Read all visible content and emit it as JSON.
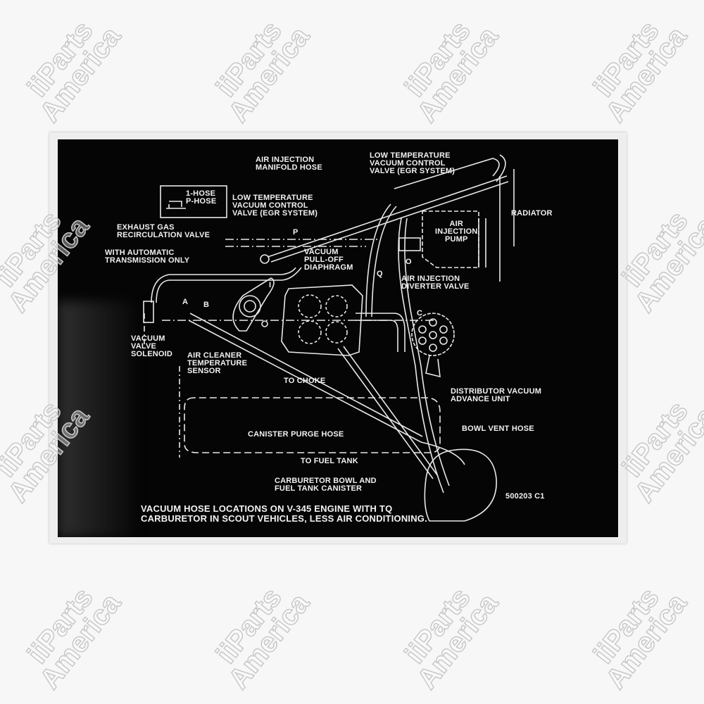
{
  "watermark": {
    "line1": "iiParts",
    "line2": "America"
  },
  "decal": {
    "labels": {
      "air_injection_manifold_hose": [
        "AIR INJECTION",
        "MANIFOLD HOSE"
      ],
      "low_temp_valve_right": [
        "LOW TEMPERATURE",
        "VACUUM CONTROL",
        "VALVE (EGR SYSTEM)"
      ],
      "hose_key": [
        "1-HOSE",
        "P-HOSE"
      ],
      "low_temp_valve_left": [
        "LOW TEMPERATURE",
        "VACUUM CONTROL",
        "VALVE (EGR SYSTEM)"
      ],
      "egr_valve": [
        "EXHAUST GAS",
        "RECIRCULATION VALVE"
      ],
      "automatic_only": [
        "WITH AUTOMATIC",
        "TRANSMISSION ONLY"
      ],
      "pull_off_diaphragm": [
        "VACUUM",
        "PULL-OFF",
        "DIAPHRAGM"
      ],
      "air_injection_pump": [
        "AIR",
        "INJECTION",
        "PUMP"
      ],
      "diverter_valve": [
        "AIR INJECTION",
        "DIVERTER VALVE"
      ],
      "radiator": "RADIATOR",
      "vacuum_valve_solenoid": [
        "VACUUM",
        "VALVE",
        "SOLENOID"
      ],
      "air_cleaner_sensor": [
        "AIR CLEANER",
        "TEMPERATURE",
        "SENSOR"
      ],
      "to_choke": "TO CHOKE",
      "distributor_advance": [
        "DISTRIBUTOR VACUUM",
        "ADVANCE UNIT"
      ],
      "canister_purge_hose": "CANISTER PURGE HOSE",
      "bowl_vent_hose": "BOWL VENT HOSE",
      "to_fuel_tank": "TO FUEL TANK",
      "canister": [
        "CARBURETOR BOWL AND",
        "FUEL TANK CANISTER"
      ],
      "part_number": "500203 C1"
    },
    "hose_letters": {
      "p": "P",
      "i": "I",
      "a": "A",
      "b": "B",
      "q": "Q",
      "o": "O",
      "c": "C"
    },
    "caption": [
      "VACUUM HOSE LOCATIONS ON V-345 ENGINE WITH TQ",
      "CARBURETOR IN SCOUT VEHICLES, LESS AIR CONDITIONING."
    ]
  }
}
